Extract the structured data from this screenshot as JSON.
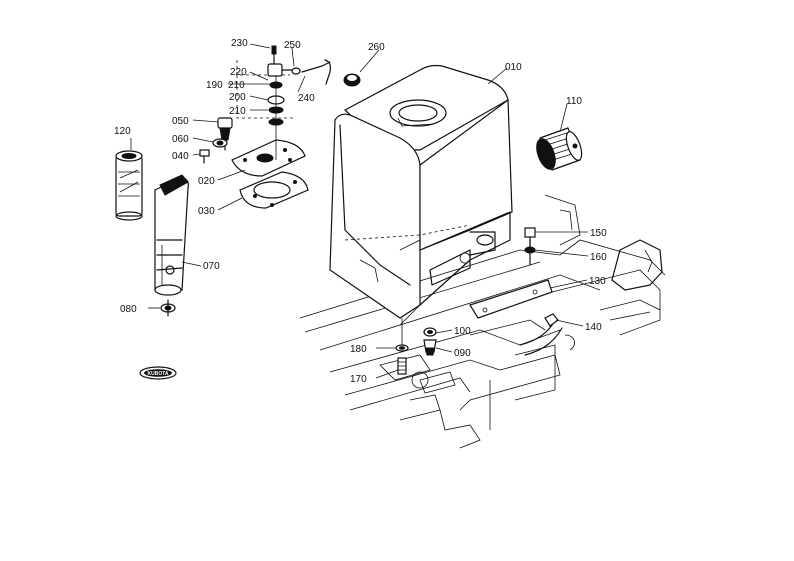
{
  "labels": {
    "p010": "010",
    "p020": "020",
    "p030": "030",
    "p040": "040",
    "p050": "050",
    "p060": "060",
    "p070": "070",
    "p080": "080",
    "p090": "090",
    "p100": "100",
    "p110": "110",
    "p120": "120",
    "p130": "130",
    "p140": "140",
    "p150": "150",
    "p160": "160",
    "p170": "170",
    "p180": "180",
    "p190": "190",
    "p200": "200",
    "p210a": "210",
    "p210b": "210",
    "p220": "220",
    "p230": "230",
    "p240": "240",
    "p250": "250",
    "p260": "260"
  },
  "logo_text": "KUBOTA"
}
